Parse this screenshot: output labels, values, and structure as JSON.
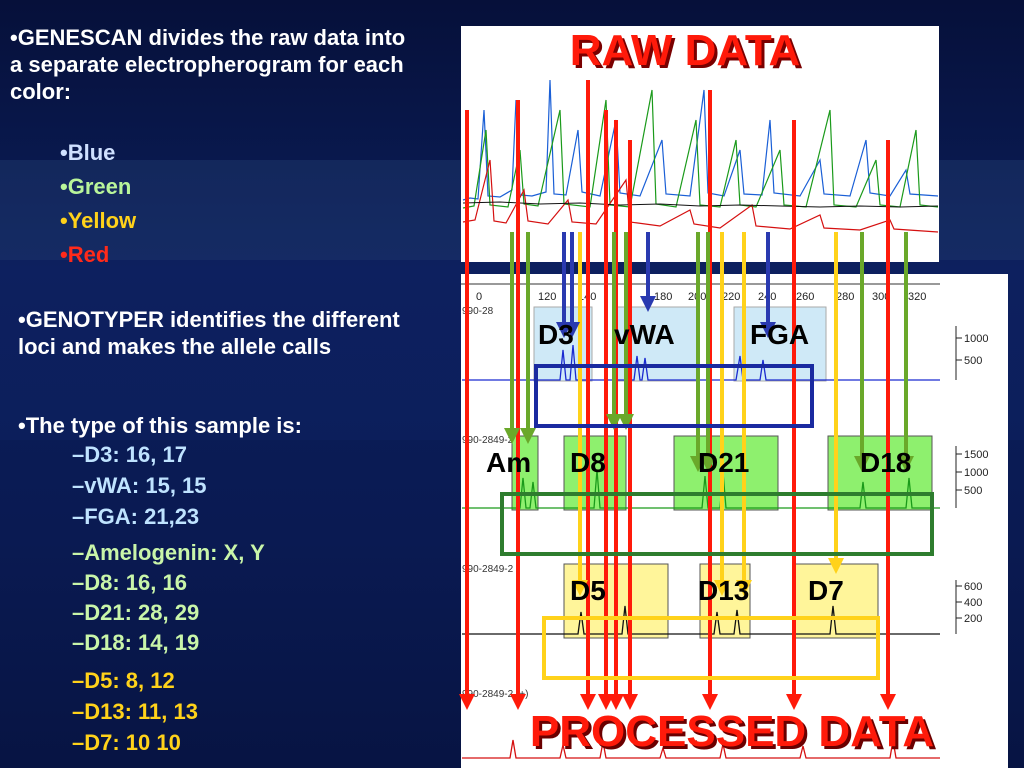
{
  "left_text": {
    "intro": "•GENESCAN divides the raw data into a separate electropherogram for each color:",
    "colors": [
      "•Blue",
      "•Green",
      "•Yellow",
      "•Red"
    ],
    "genotyper": "•GENOTYPER identifies the different loci and makes the allele calls",
    "type_heading": "•The type of this sample is:",
    "blue_loci": [
      "–D3: 16, 17",
      "–vWA: 15, 15",
      "–FGA: 21,23"
    ],
    "green_loci": [
      "–Amelogenin: X, Y",
      "–D8: 16, 16",
      "–D21: 28, 29",
      "–D18: 14, 19"
    ],
    "yellow_loci": [
      "–D5: 8, 12",
      "–D13: 11, 13",
      "–D7: 10 10"
    ]
  },
  "raw_panel": {
    "title": "RAW DATA"
  },
  "processed_panel": {
    "title": "PROCESSED DATA",
    "axis_ticks": [
      "0",
      "120",
      "140",
      "180",
      "200",
      "220",
      "240",
      "260",
      "280",
      "300",
      "320"
    ],
    "row1_label": "990-28",
    "row2_label": "990-2849-2 (+)",
    "row3_label": "990-2849-2",
    "row4_label": "990-2849-2 (+)",
    "blue_scale": [
      "1000",
      "500"
    ],
    "green_scale": [
      "1500",
      "1000",
      "500"
    ],
    "yellow_scale": [
      "600",
      "400",
      "200"
    ],
    "blue_loci": [
      "D3",
      "vWA",
      "FGA"
    ],
    "green_loci": [
      "Am",
      "D8",
      "D21",
      "D18"
    ],
    "yellow_loci": [
      "D5",
      "D13",
      "D7"
    ]
  },
  "colors": {
    "blue": "#1a2aa0",
    "green": "#2e8b2e",
    "yellow": "#ffd21a",
    "red": "#ff1a0a",
    "arrow_green": "#6aa82a",
    "arrow_blue": "#2a3ab0"
  }
}
